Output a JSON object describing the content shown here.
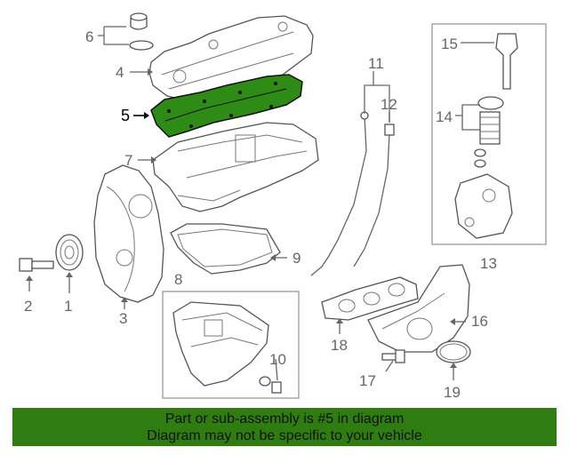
{
  "callouts": {
    "c1": "1",
    "c2": "2",
    "c3": "3",
    "c4": "4",
    "c5": "5",
    "c6": "6",
    "c7": "7",
    "c8": "8",
    "c9": "9",
    "c10": "10",
    "c11": "11",
    "c12": "12",
    "c13": "13",
    "c14": "14",
    "c15": "15",
    "c16": "16",
    "c17": "17",
    "c18": "18",
    "c19": "19"
  },
  "highlight": {
    "part": "5",
    "color": "#2e8b16"
  },
  "banner": {
    "line1": "Part or sub-assembly is #5 in diagram",
    "line2": "Diagram may not be specific to your vehicle",
    "color": "#2f7d10"
  }
}
